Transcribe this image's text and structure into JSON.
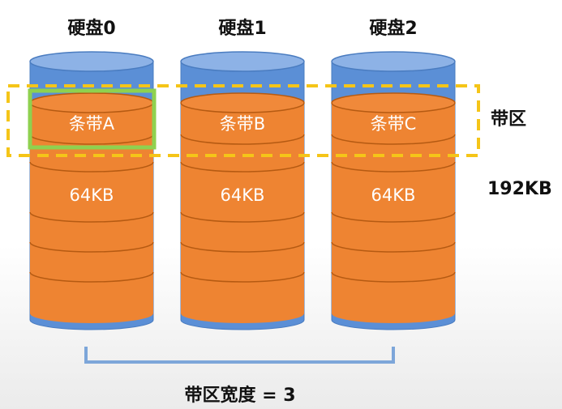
{
  "disks": [
    {
      "title": "硬盘0",
      "stripe_label": "条带A",
      "size_label": "64KB"
    },
    {
      "title": "硬盘1",
      "stripe_label": "条带B",
      "size_label": "64KB"
    },
    {
      "title": "硬盘2",
      "stripe_label": "条带C",
      "size_label": "64KB"
    }
  ],
  "stripe_region_label": "带区",
  "stripe_total_label": "192KB",
  "stripe_width_label": "带区宽度 = 3",
  "colors": {
    "disk_blue": "#5b8fd6",
    "disk_blue_top": "#8db2e6",
    "segment_orange": "#ee8432",
    "segment_line": "#b55a12",
    "highlight_green": "#8fd14f",
    "region_yellow": "#f5c518",
    "bracket_blue": "#7da6d9"
  }
}
